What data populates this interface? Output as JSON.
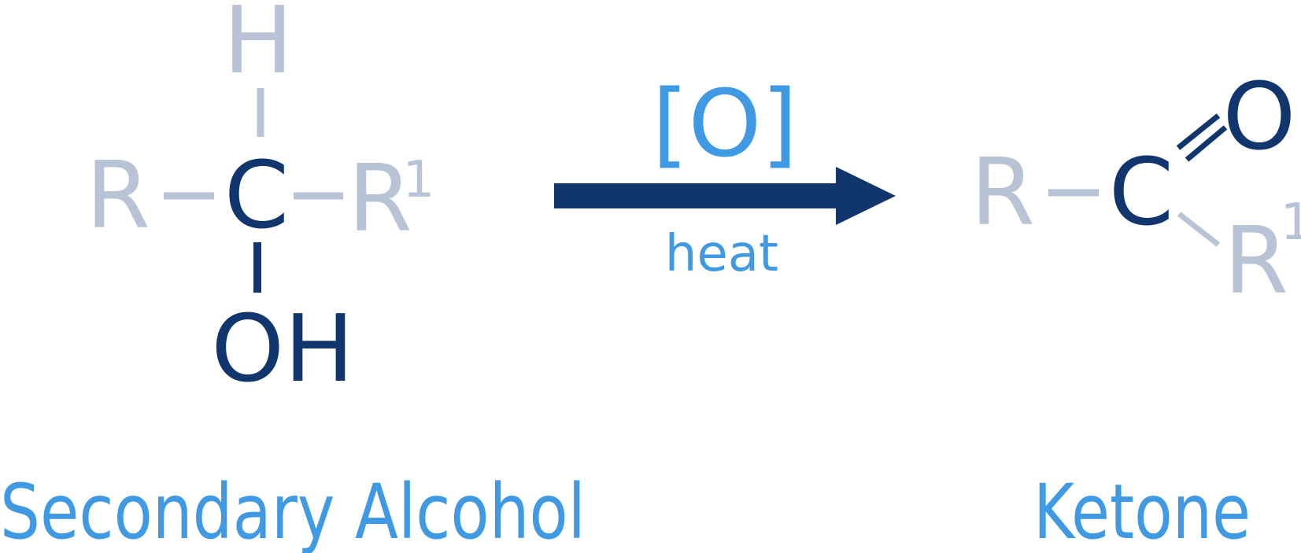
{
  "colors": {
    "substituent": "#b8c4d6",
    "core": "#10366d",
    "accent": "#3f99e3",
    "background": "#ffffff"
  },
  "reactant": {
    "caption": "Secondary Alcohol",
    "top_atom": "H",
    "left_group": "R",
    "center_atom": "C",
    "right_group": "R",
    "right_superscript": "1",
    "bottom_group": "OH"
  },
  "reaction": {
    "reagent": "[O]",
    "condition": "heat"
  },
  "product": {
    "caption": "Ketone",
    "left_group": "R",
    "center_atom": "C",
    "carbonyl_oxygen": "O",
    "lower_group": "R",
    "lower_superscript": "1"
  }
}
